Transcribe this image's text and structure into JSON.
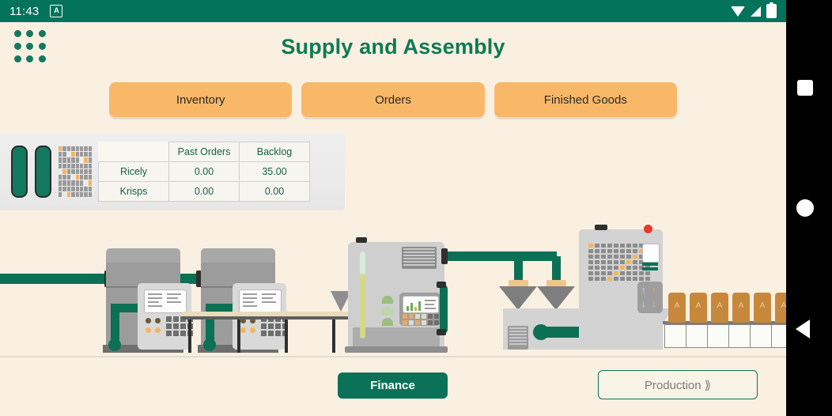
{
  "status_bar": {
    "time": "11:43",
    "app_badge": "A",
    "icons": [
      "wifi-icon",
      "signal-icon",
      "battery-icon"
    ]
  },
  "header": {
    "menu_icon": "grid-menu-icon",
    "title": "Supply and Assembly"
  },
  "tabs": [
    {
      "label": "Inventory"
    },
    {
      "label": "Orders"
    },
    {
      "label": "Finished Goods"
    }
  ],
  "info_panel": {
    "icons": [
      "silo-icon",
      "silo-icon",
      "warehouse-grid-icon"
    ],
    "table": {
      "corner": "",
      "columns": [
        "Past Orders",
        "Backlog"
      ],
      "rows": [
        {
          "label": "Ricely",
          "values": [
            "0.00",
            "35.00"
          ]
        },
        {
          "label": "Krisps",
          "values": [
            "0.00",
            "0.00"
          ]
        }
      ]
    }
  },
  "scene": {
    "name": "factory-production-line-illustration",
    "bag_label": "A"
  },
  "footer": {
    "finance_label": "Finance",
    "production_label": "Production ⟫"
  },
  "nav_bar": {
    "recents": "square-recents-icon",
    "home": "circle-home-icon",
    "back": "triangle-back-icon"
  },
  "colors": {
    "brand_green": "#04735C",
    "title_green": "#0E7A53",
    "tab_orange": "#F8B868",
    "page_bg": "#FAF0E1",
    "panel_grey": "#EFEFEF"
  }
}
